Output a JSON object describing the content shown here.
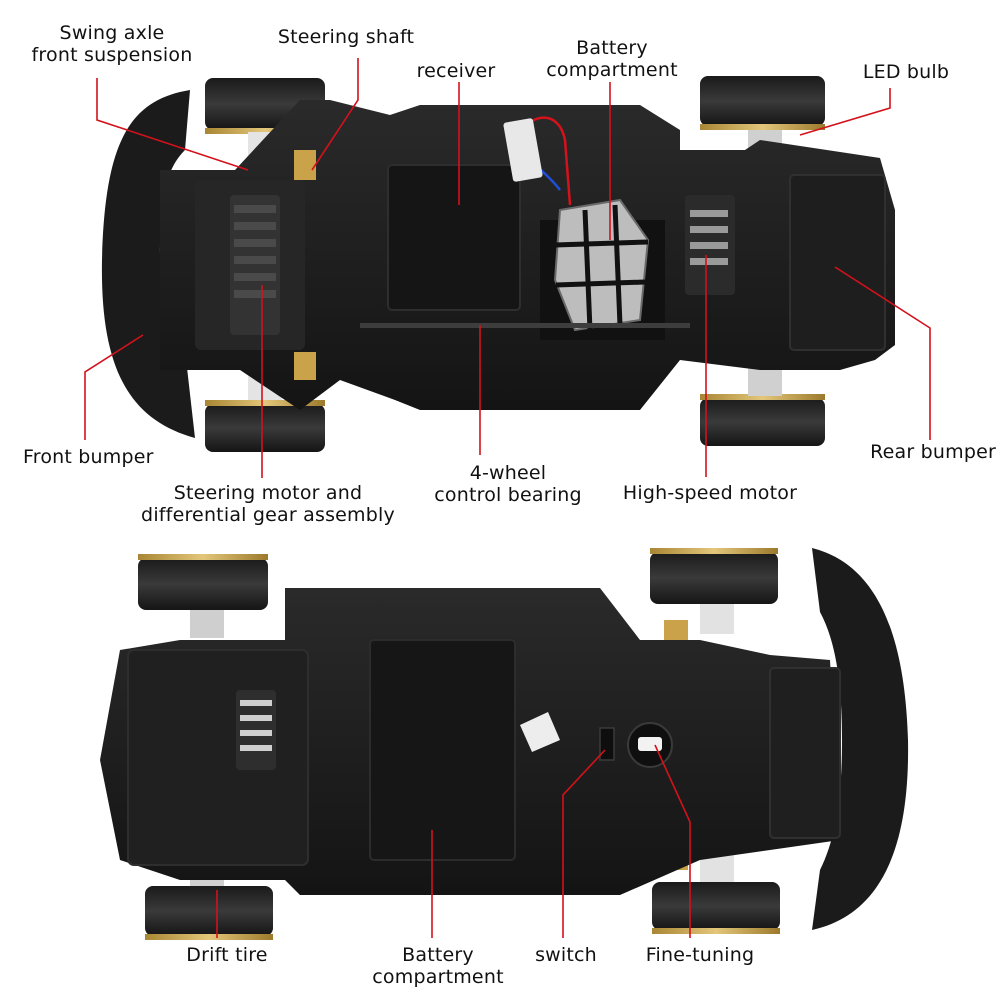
{
  "top_view": {
    "labels": {
      "swing_axle": "Swing axle\nfront suspension",
      "steering_shaft": "Steering shaft",
      "receiver": "receiver",
      "battery_compartment": "Battery\ncompartment",
      "led_bulb": "LED bulb",
      "front_bumper": "Front bumper",
      "steering_motor": "Steering motor and\ndifferential gear assembly",
      "control_bearing": "4-wheel\ncontrol bearing",
      "high_speed_motor": "High-speed motor",
      "rear_bumper": "Rear bumper"
    }
  },
  "bottom_view": {
    "labels": {
      "drift_tire": "Drift tire",
      "battery_compartment": "Battery\ncompartment",
      "switch": "switch",
      "fine_tuning": "Fine-tuning"
    }
  },
  "colors": {
    "leader_line": "#d3121b",
    "chassis": "#1d1d1d",
    "tire": "#2a2a2a",
    "rim": "#c9a24a"
  }
}
